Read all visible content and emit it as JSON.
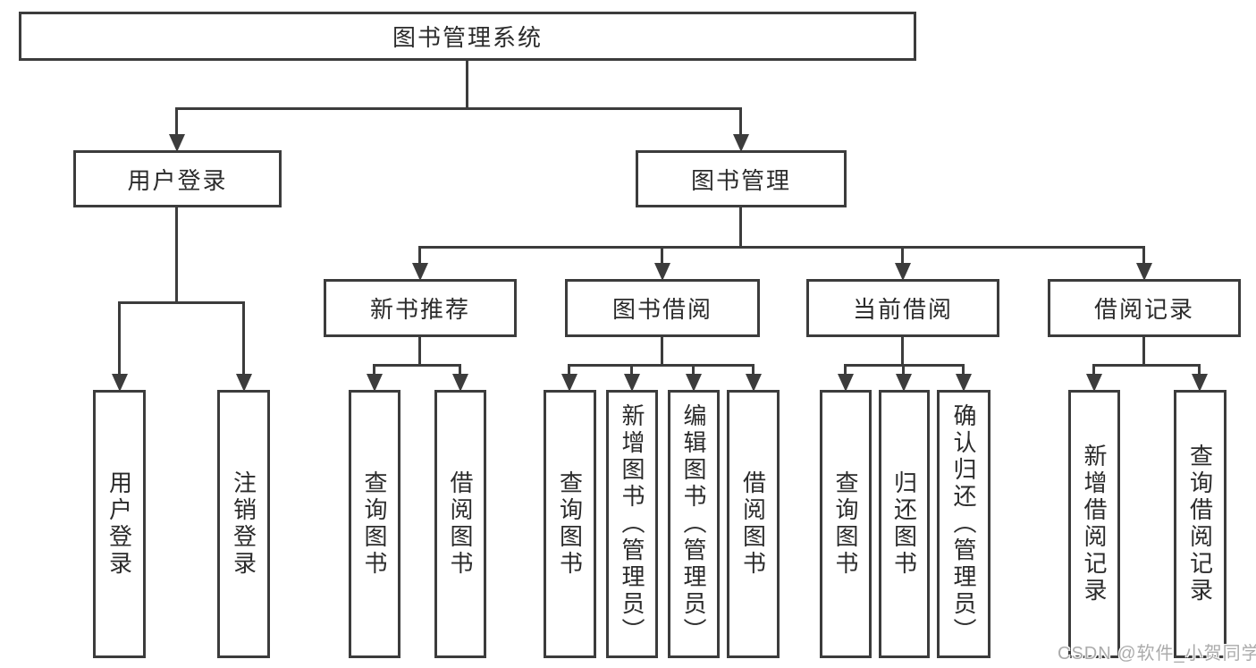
{
  "page": {
    "background": "#ffffff",
    "line_color": "#3c3c3c",
    "text_color": "#2b2b2b"
  },
  "tree": {
    "root": {
      "label": "图书管理系统"
    },
    "branches": [
      {
        "label": "用户登录",
        "leaves": [
          "用户登录",
          "注销登录"
        ]
      },
      {
        "label": "图书管理",
        "sections": [
          {
            "label": "新书推荐",
            "leaves": [
              "查询图书",
              "借阅图书"
            ]
          },
          {
            "label": "图书借阅",
            "leaves": [
              "查询图书",
              "新增图书（管理员）",
              "编辑图书（管理员）",
              "借阅图书"
            ]
          },
          {
            "label": "当前借阅",
            "leaves": [
              "查询图书",
              "归还图书",
              "确认归还（管理员）"
            ]
          },
          {
            "label": "借阅记录",
            "leaves": [
              "新增借阅记录",
              "查询借阅记录"
            ]
          }
        ]
      }
    ]
  },
  "watermark": {
    "text": "CSDN @软件_小贺同学",
    "color": "#ababab"
  }
}
